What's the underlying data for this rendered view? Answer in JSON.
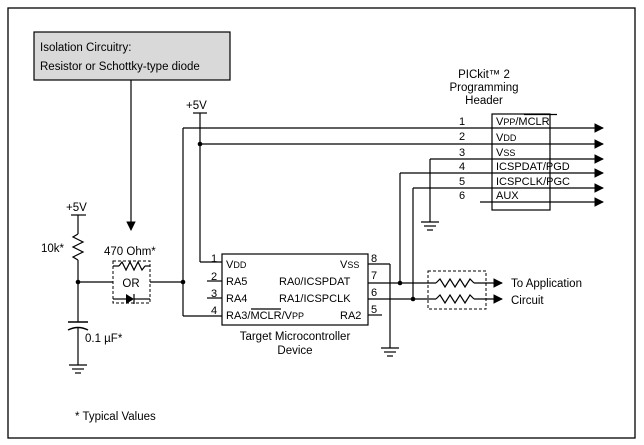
{
  "callout": {
    "line1": "Isolation Circuitry:",
    "line2": "Resistor or Schottky-type diode",
    "fill_color": "#d9d9d9"
  },
  "header": {
    "title1": "PICkit™ 2",
    "title2": "Programming",
    "title3": "Header",
    "pins": [
      {
        "number": "1",
        "label": "VPP/MCLR"
      },
      {
        "number": "2",
        "label": "VDD"
      },
      {
        "number": "3",
        "label": "VSS"
      },
      {
        "number": "4",
        "label": "ICSPDAT/PGD"
      },
      {
        "number": "5",
        "label": "ICSPCLK/PGC"
      },
      {
        "number": "6",
        "label": "AUX"
      }
    ]
  },
  "supply": {
    "top": "+5V",
    "left": "+5V"
  },
  "passives": {
    "resistor": "10k*",
    "series_resistor": "470 Ohm*",
    "or_label": "OR",
    "capacitor": "0.1 µF*"
  },
  "mcu": {
    "left_pins": [
      {
        "number": "1",
        "label": "VDD"
      },
      {
        "number": "2",
        "label": "RA5"
      },
      {
        "number": "3",
        "label": "RA4"
      },
      {
        "number": "4",
        "label": "RA3/MCLR/VPP"
      }
    ],
    "right_pins": [
      {
        "number": "8",
        "label": "VSS"
      },
      {
        "number": "7",
        "label": "RA0/ICSPDAT"
      },
      {
        "number": "6",
        "label": "RA1/ICSPCLK"
      },
      {
        "number": "5",
        "label": "RA2"
      }
    ],
    "caption1": "Target Microcontroller",
    "caption2": "Device"
  },
  "application": {
    "line1": "To Application",
    "line2": "Circuit"
  },
  "footnote": "*  Typical Values"
}
